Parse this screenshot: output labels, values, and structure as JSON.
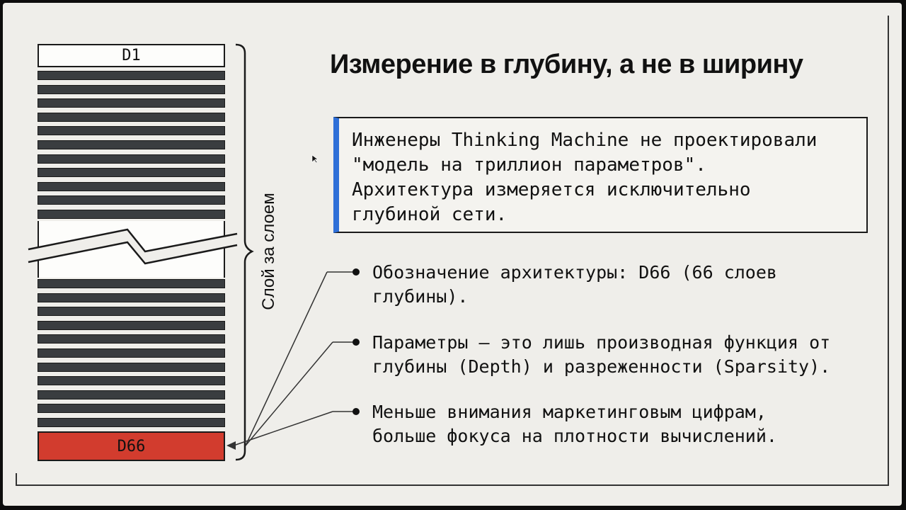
{
  "diagram": {
    "top_layer_label": "D1",
    "bottom_layer_label": "D66",
    "side_label": "Слой за слоем"
  },
  "title": "Измерение в глубину, а не в ширину",
  "callout": {
    "text": "Инженеры Thinking Machine не проектировали\n\"модель на триллион параметров\".\nАрхитектура измеряется исключительно\nглубиной сети."
  },
  "bullets": [
    "Обозначение архитектуры: D66 (66 слоев\nглубины).",
    "Параметры — это лишь производная функция от\nглубины (Depth) и разреженности (Sparsity).",
    "Меньше внимания маркетинговым цифрам,\nбольше фокуса на плотности вычислений."
  ],
  "colors": {
    "accent_bar": "#2e6fd8",
    "highlight_layer": "#d23c2e",
    "layer_bar": "#3a3d40"
  }
}
